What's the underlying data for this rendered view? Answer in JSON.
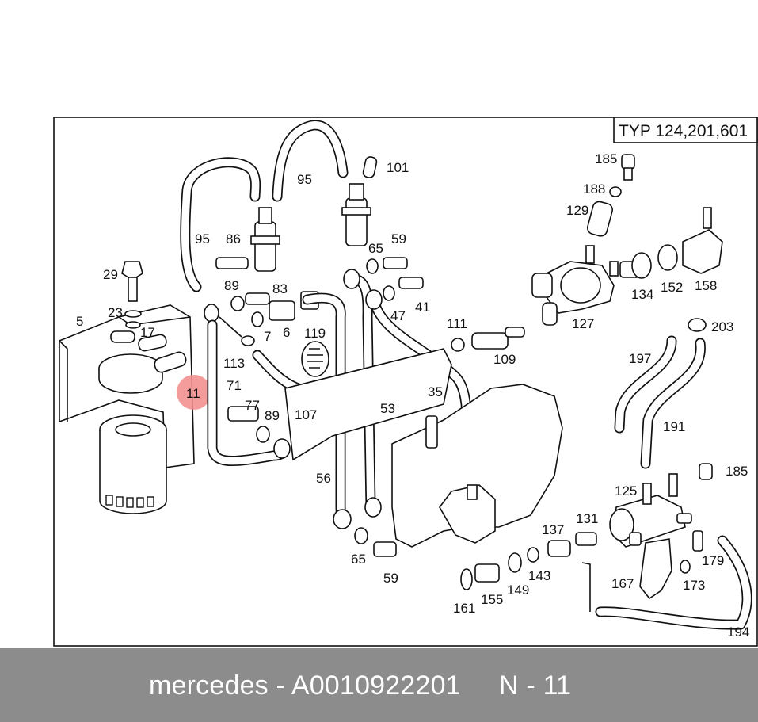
{
  "diagram": {
    "type_label": "TYP 124,201,601",
    "highlight_color": "#f28b8b",
    "highlighted_label": "11",
    "labels": {
      "l5": "5",
      "l29": "29",
      "l23": "23",
      "l17": "17",
      "l11": "11",
      "l95a": "95",
      "l86": "86",
      "l89a": "89",
      "l83": "83",
      "l7": "7",
      "l6": "6",
      "l113": "113",
      "l71": "71",
      "l77": "77",
      "l89b": "89",
      "l107": "107",
      "l119": "119",
      "l95b": "95",
      "l101": "101",
      "l65a": "65",
      "l59a": "59",
      "l47": "47",
      "l41": "41",
      "l53": "53",
      "l56": "56",
      "l35": "35",
      "l111": "111",
      "l109": "109",
      "l65b": "65",
      "l59b": "59",
      "l185a": "185",
      "l188": "188",
      "l129": "129",
      "l127": "127",
      "l134": "134",
      "l152": "152",
      "l158": "158",
      "l203": "203",
      "l197": "197",
      "l191": "191",
      "l185b": "185",
      "l125": "125",
      "l137": "137",
      "l131": "131",
      "l143": "143",
      "l149": "149",
      "l155": "155",
      "l161": "161",
      "l167": "167",
      "l173": "173",
      "l179": "179",
      "l194": "194"
    }
  },
  "footer": {
    "text": "mercedes - A0010922201     N - 11"
  }
}
